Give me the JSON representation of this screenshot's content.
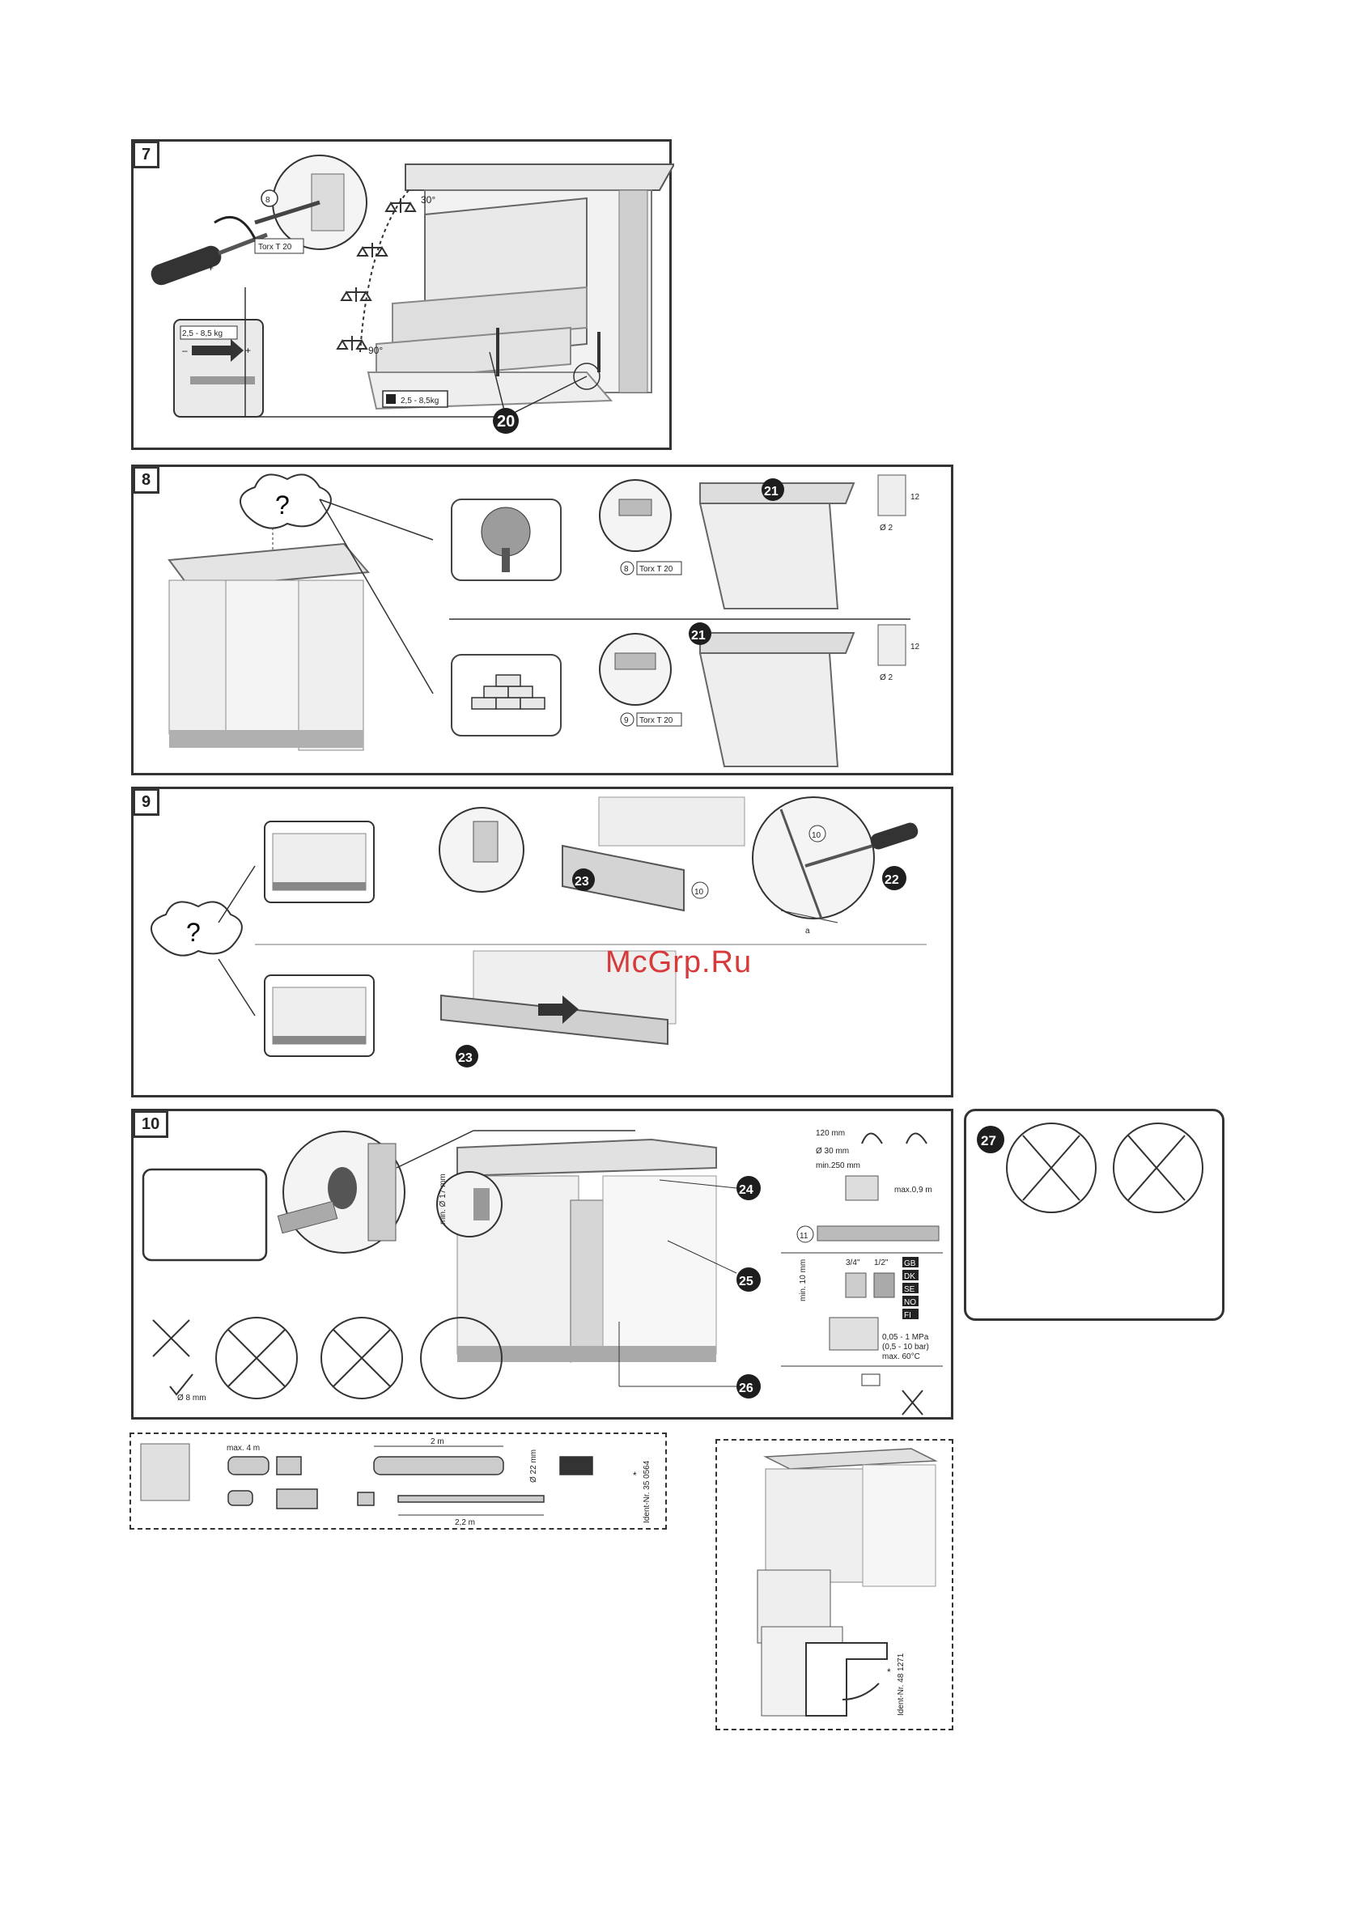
{
  "watermark": "McGrp.Ru",
  "panel7": {
    "number": "7",
    "tool_label": "Torx T 20",
    "part_label": "8",
    "weight_range": "2,5 - 8,5 kg",
    "plus": "+",
    "minus": "–",
    "angle_top": "30°",
    "angle_bottom": "90°",
    "weight_box": "2,5 - 8,5kg",
    "callout": "20"
  },
  "panel8": {
    "number": "8",
    "question": "?",
    "tool_label_top": "Torx T 20",
    "tool_label_bottom": "Torx T 20",
    "part_top": "8",
    "part_bottom": "9",
    "callout_top": "21",
    "callout_bottom": "21",
    "dim_depth": "12",
    "dim_diam": "Ø 2"
  },
  "panel9": {
    "number": "9",
    "question": "?",
    "part": "10",
    "callout_plinth": "23",
    "callout_screwdriver": "22",
    "callout_plinth_bottom": "23",
    "dim_a": "a"
  },
  "panel10": {
    "number": "10",
    "callout_24": "24",
    "callout_25": "25",
    "callout_26": "26",
    "part": "11",
    "hose_height": "120 mm",
    "hose_diam": "Ø 30 mm",
    "min_height": "min.250 mm",
    "max_height": "max.0,9 m",
    "min_17": "min. Ø 17 mm",
    "thread_a": "3/4\"",
    "thread_b": "1/2\"",
    "min_10": "min. 10 mm",
    "pressure": "0,05 - 1 MPa",
    "pressure_bar": "(0,5 - 10 bar)",
    "temp": "max. 60°C",
    "country_codes": [
      "GB",
      "DK",
      "SE",
      "NO",
      "FI"
    ],
    "min_drain": "Ø 8 mm"
  },
  "panel27": {
    "callout": "27"
  },
  "box_hose": {
    "max_label": "max. 4 m",
    "length_2m": "2 m",
    "length_2_2m": "2,2 m",
    "diam_22": "Ø 22 mm",
    "ident": "Ident-Nr. 35 0564",
    "star": "*"
  },
  "box_cover": {
    "ident": "Ident-Nr. 48 1271",
    "star": "*"
  },
  "colors": {
    "outline": "#333333",
    "shade": "#d8d8d8",
    "dark_shade": "#9a9a9a",
    "badge": "#1e1e1e",
    "watermark": "#d63a3a"
  }
}
